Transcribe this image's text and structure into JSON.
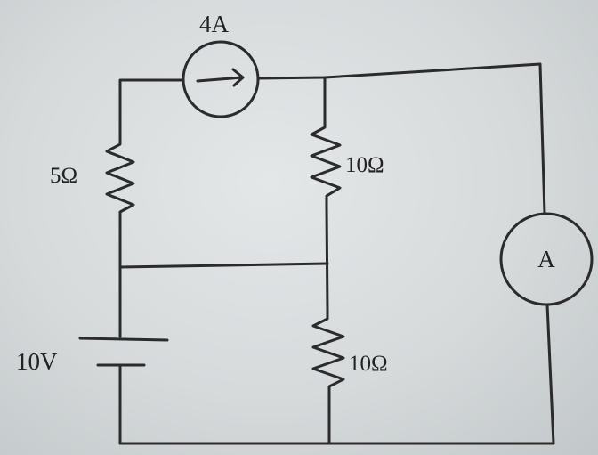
{
  "diagram": {
    "current_source": {
      "label": "4A",
      "icon": "arrow-right-icon"
    },
    "resistor_left": {
      "label": "5Ω"
    },
    "resistor_mid_top": {
      "label": "10Ω"
    },
    "resistor_mid_bottom": {
      "label": "10Ω"
    },
    "battery": {
      "label": "10V"
    },
    "ammeter": {
      "label": "A"
    }
  }
}
